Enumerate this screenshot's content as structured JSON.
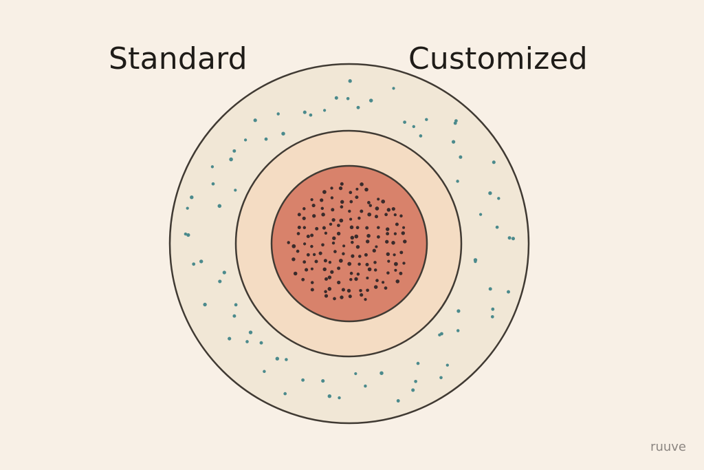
{
  "labels": {
    "left": "Standard",
    "right": "Customized"
  },
  "watermark": "ruuve",
  "colors": {
    "background": "#f8f0e6",
    "outer_ring": "#f1e7d6",
    "middle_ring": "#f4dcc3",
    "core": "#d8826b",
    "outline": "#403a33",
    "outer_dots": "#4b8a8c",
    "core_dots": "#3a2b2b"
  }
}
